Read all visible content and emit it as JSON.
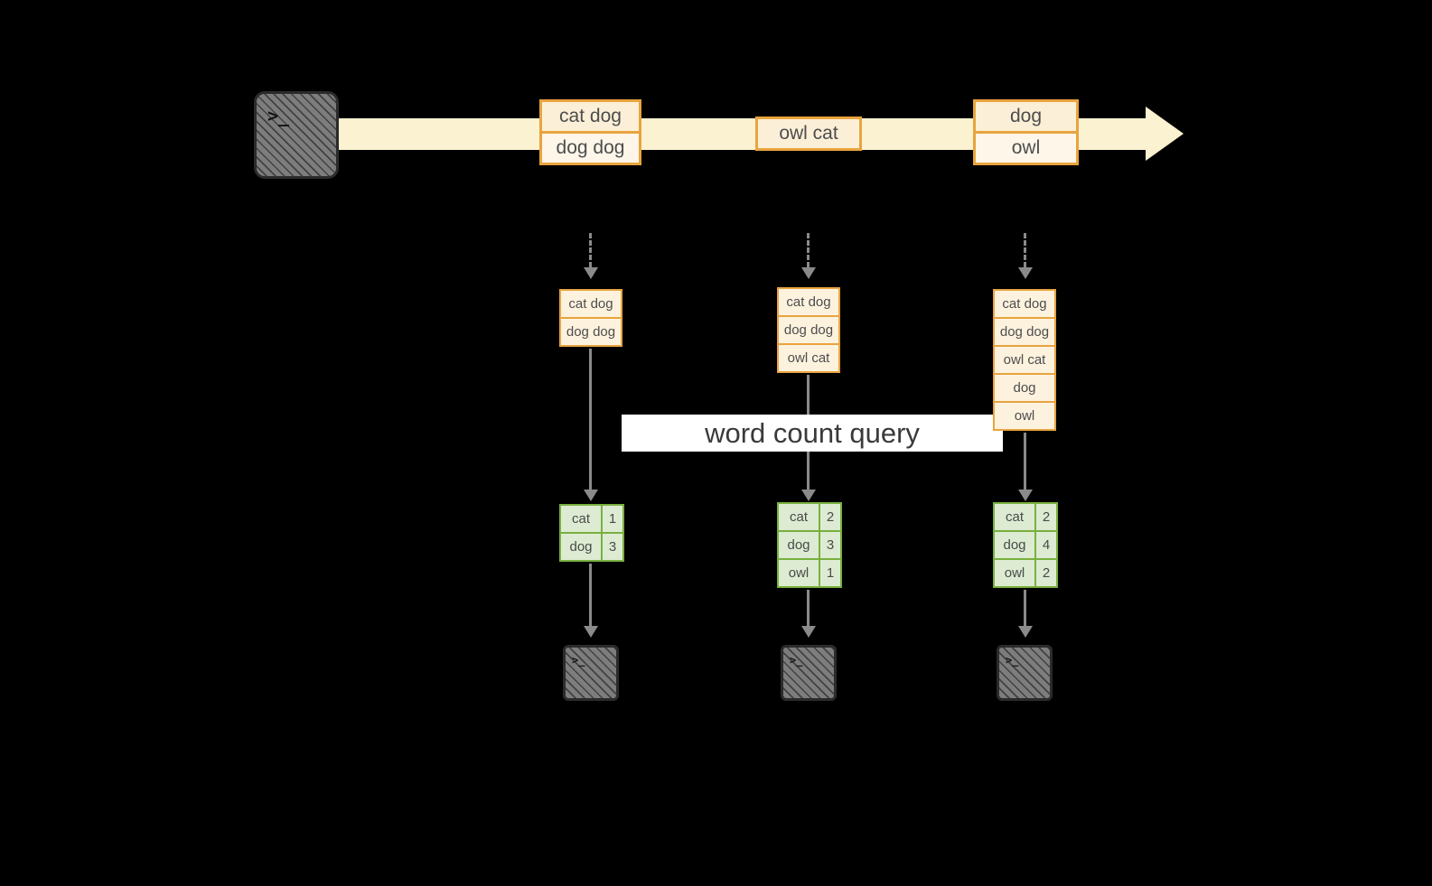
{
  "diagram": {
    "query_label": "word count query",
    "icons": {
      "terminal_prompt": ">_"
    },
    "stream_events": [
      {
        "lines": [
          "cat dog",
          "dog dog"
        ]
      },
      {
        "lines": [
          "owl cat"
        ]
      },
      {
        "lines": [
          "dog",
          "owl"
        ]
      }
    ],
    "snapshots": [
      {
        "inputs": [
          "cat dog",
          "dog dog"
        ],
        "counts": [
          {
            "word": "cat",
            "count": 1
          },
          {
            "word": "dog",
            "count": 3
          }
        ]
      },
      {
        "inputs": [
          "cat dog",
          "dog dog",
          "owl cat"
        ],
        "counts": [
          {
            "word": "cat",
            "count": 2
          },
          {
            "word": "dog",
            "count": 3
          },
          {
            "word": "owl",
            "count": 1
          }
        ]
      },
      {
        "inputs": [
          "cat dog",
          "dog dog",
          "owl cat",
          "dog",
          "owl"
        ],
        "counts": [
          {
            "word": "cat",
            "count": 2
          },
          {
            "word": "dog",
            "count": 4
          },
          {
            "word": "owl",
            "count": 2
          }
        ]
      }
    ],
    "colors": {
      "background": "#000000",
      "stream_fill": "#fbf2d1",
      "event_border": "#e8a43e",
      "event_fill": "#fdf2de",
      "table_border": "#79b03f",
      "table_fill": "#dcebd2",
      "arrow": "#8a8a8a",
      "query_band": "#ffffff",
      "text": "#4d4d4d",
      "terminal_fill": "#7d7d7d"
    }
  }
}
